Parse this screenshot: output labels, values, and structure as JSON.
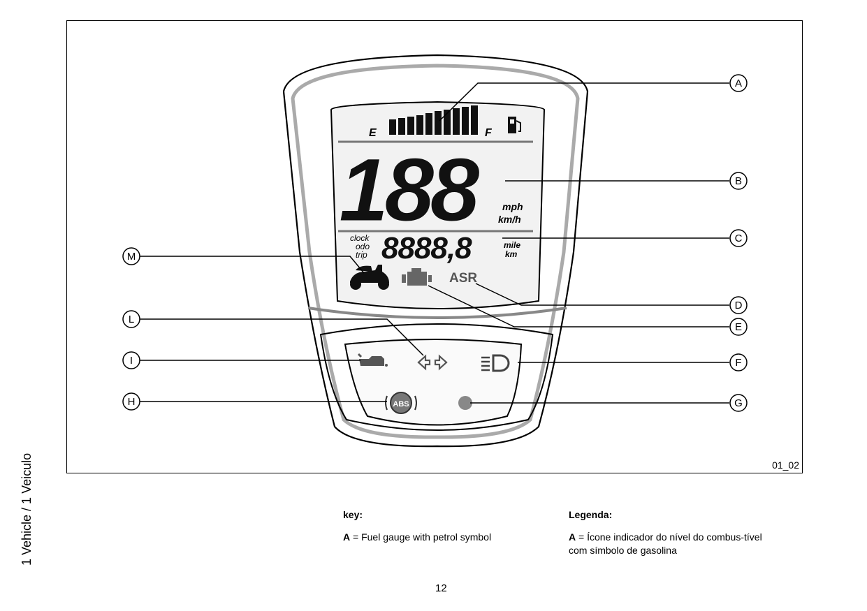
{
  "side_header": "1 Vehicle / 1 Veiculo",
  "figure": {
    "id": "01_02",
    "display": {
      "fuel_empty": "E",
      "fuel_full": "F",
      "speed": "188",
      "speed_unit_mph": "mph",
      "speed_unit_kmh": "km/h",
      "odo_modes": [
        "clock",
        "odo",
        "trip"
      ],
      "odometer": "8888,8",
      "odo_unit_mile": "mile",
      "odo_unit_km": "km",
      "asr": "ASR",
      "abs": "ABS"
    },
    "callouts": [
      "A",
      "B",
      "C",
      "D",
      "E",
      "F",
      "G",
      "H",
      "I",
      "L",
      "M"
    ]
  },
  "legend": {
    "en": {
      "title": "key:",
      "items": [
        {
          "letter": "A",
          "sep": " = ",
          "text": "Fuel gauge with petrol symbol"
        }
      ]
    },
    "pt": {
      "title": "Legenda:",
      "items": [
        {
          "letter": "A",
          "sep": " = ",
          "text": "Ícone indicador do nível do combus-tível com símbolo de gasolina"
        }
      ]
    }
  },
  "page_number": "12"
}
